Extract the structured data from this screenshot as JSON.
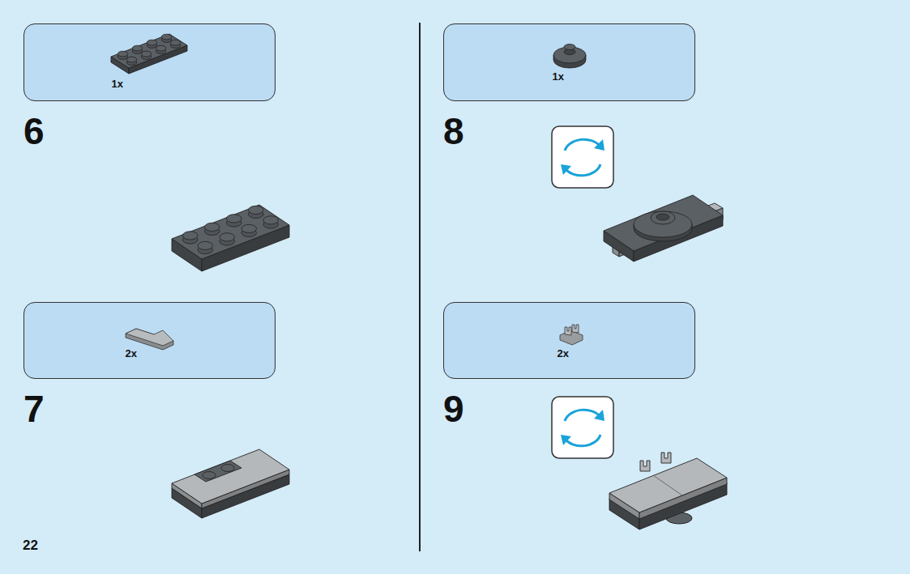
{
  "diagram": {
    "nodes": [
      {
        "text": [
          "1x"
        ]
      },
      {
        "text": [
          "2x"
        ]
      },
      {
        "text": [
          "1x"
        ]
      },
      {
        "text": [
          "2x"
        ]
      }
    ],
    "labels": [
      "6",
      "7",
      "22",
      "8",
      "9"
    ]
  }
}
